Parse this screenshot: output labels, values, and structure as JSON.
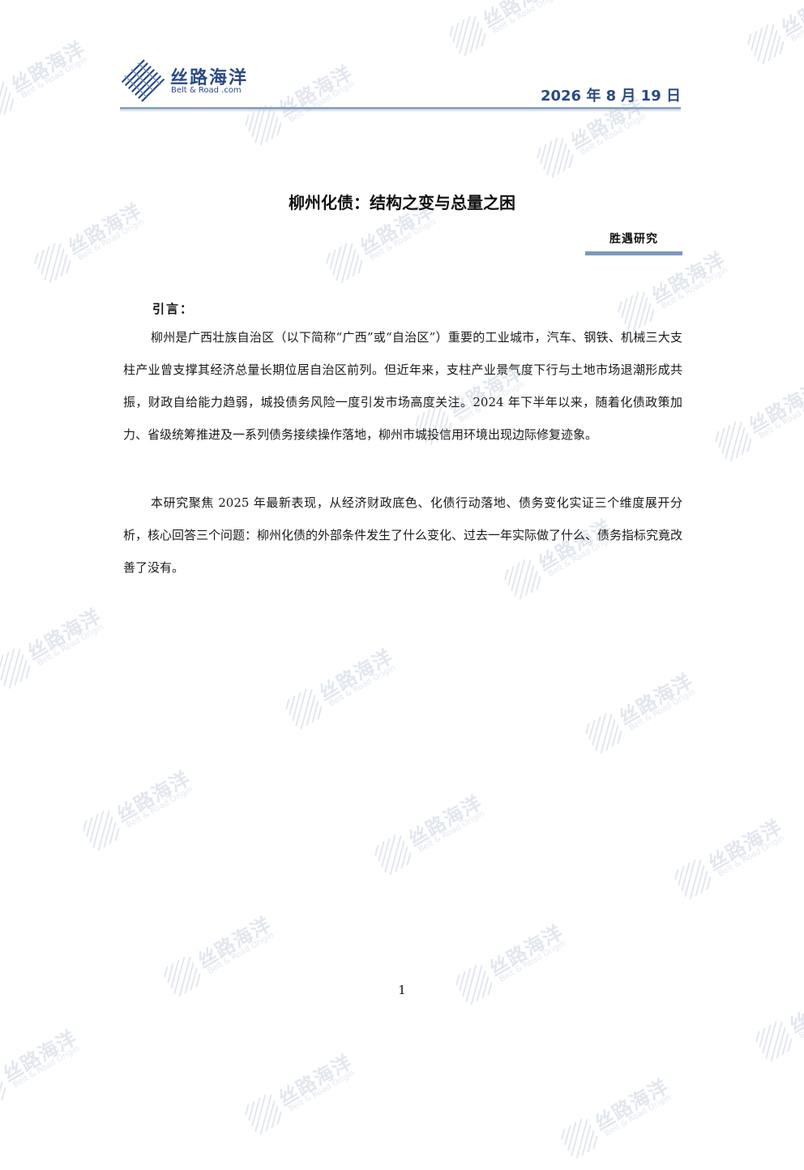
{
  "header": {
    "logo_cn": "丝路海洋",
    "logo_en": "Belt & Road .com",
    "logo_icon": "diagonal-stripes-logo-icon",
    "date": "2026 年 8 月 19 日"
  },
  "document": {
    "title": "柳州化债：结构之变与总量之困",
    "author": "胜遇研究",
    "intro_heading": "引言：",
    "paragraphs": [
      "柳州是广西壮族自治区（以下简称“广西”或“自治区”）重要的工业城市，汽车、钢铁、机械三大支柱产业曾支撑其经济总量长期位居自治区前列。但近年来，支柱产业景气度下行与土地市场退潮形成共振，财政自给能力趋弱，城投债务风险一度引发市场高度关注。2024 年下半年以来，随着化债政策加力、省级统筹推进及一系列债务接续操作落地，柳州市城投信用环境出现边际修复迹象。",
      "本研究聚焦 2025 年最新表现，从经济财政底色、化债行动落地、债务变化实证三个维度展开分析，核心回答三个问题：柳州化债的外部条件发生了什么变化、过去一年实际做了什么、债务指标究竟改善了没有。"
    ],
    "page_number": "1"
  },
  "watermark": {
    "text_cn": "丝路海洋",
    "text_en": "Belt & Road Origin",
    "color": "#2b4f8a"
  },
  "colors": {
    "brand": "#2a4a85",
    "rule": "#8aa3c4",
    "author_bar": "#7f98bd"
  }
}
